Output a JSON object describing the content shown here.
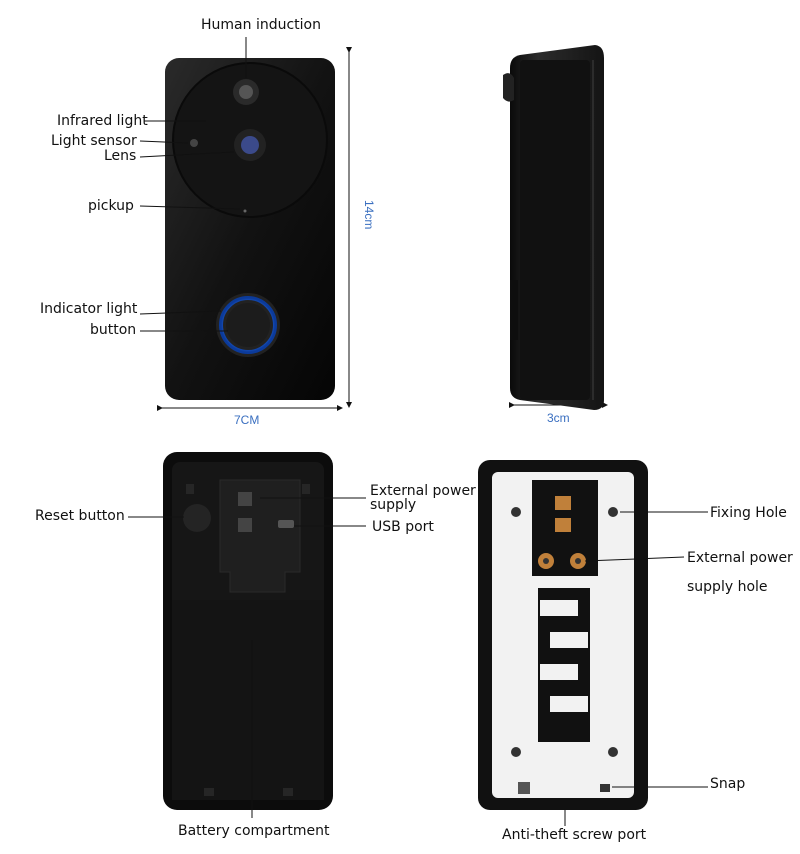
{
  "labels": {
    "human_induction": "Human induction",
    "infrared_light": "Infrared light",
    "light_sensor": "Light sensor",
    "lens": "Lens",
    "pickup": "pickup",
    "indicator_light": "Indicator light",
    "button": "button",
    "reset_button": "Reset button",
    "external_power_supply_1": "External power",
    "external_power_supply_2": "supply",
    "usb_port": "USB port",
    "battery_compartment": "Battery compartment",
    "fixing_hole": "Fixing Hole",
    "external_power_supply_hole_1": "External power",
    "external_power_supply_hole_2": "supply hole",
    "snap": "Snap",
    "anti_theft_screw_port": "Anti-theft screw port"
  },
  "dimensions": {
    "width": "7CM",
    "height": "14cm",
    "depth": "3cm"
  },
  "colors": {
    "device_body": "#1a1a1a",
    "indicator_ring": "#2f7dff",
    "dimension_text": "#3a6fc0",
    "power_pin": "#c0803a"
  }
}
